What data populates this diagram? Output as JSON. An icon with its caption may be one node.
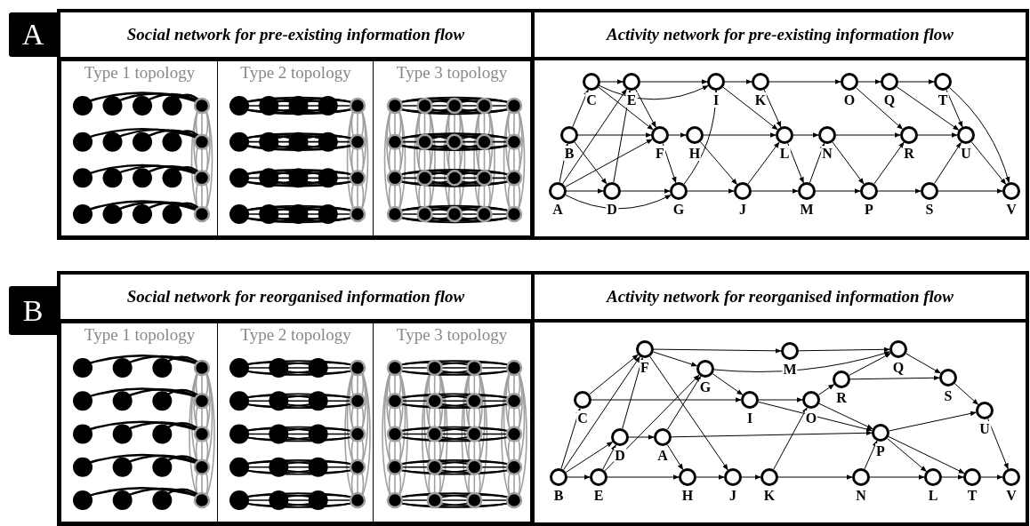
{
  "diagram": {
    "nodes": [
      {
        "text": [
          "A"
        ]
      },
      {
        "text": [
          "Social network for pre-existing information flow"
        ]
      },
      {
        "text": [
          "Type 1 topology"
        ],
        "in": 1
      },
      {
        "text": [
          "Type 2 topology"
        ],
        "in": 1
      },
      {
        "text": [
          "Type 3 topology"
        ],
        "in": 1
      },
      {
        "text": [
          "Activity network for pre-existing information flow"
        ]
      },
      {
        "text": [],
        "shape": "circle",
        "beside": [
          "A"
        ],
        "in": 5
      },
      {
        "text": [],
        "shape": "circle",
        "beside": [
          "B"
        ],
        "in": 5
      },
      {
        "text": [],
        "shape": "circle",
        "beside": [
          "C"
        ],
        "in": 5
      },
      {
        "text": [],
        "shape": "circle",
        "beside": [
          "D"
        ],
        "in": 5
      },
      {
        "text": [],
        "shape": "circle",
        "beside": [
          "E"
        ],
        "in": 5
      },
      {
        "text": [],
        "shape": "circle",
        "beside": [
          "F"
        ],
        "in": 5
      },
      {
        "text": [],
        "shape": "circle",
        "beside": [
          "G"
        ],
        "in": 5
      },
      {
        "text": [],
        "shape": "circle",
        "beside": [
          "H"
        ],
        "in": 5
      },
      {
        "text": [],
        "shape": "circle",
        "beside": [
          "I"
        ],
        "in": 5
      },
      {
        "text": [],
        "shape": "circle",
        "beside": [
          "J"
        ],
        "in": 5
      },
      {
        "text": [],
        "shape": "circle",
        "beside": [
          "K"
        ],
        "in": 5
      },
      {
        "text": [],
        "shape": "circle",
        "beside": [
          "L"
        ],
        "in": 5
      },
      {
        "text": [],
        "shape": "circle",
        "beside": [
          "M"
        ],
        "in": 5
      },
      {
        "text": [],
        "shape": "circle",
        "beside": [
          "N"
        ],
        "in": 5
      },
      {
        "text": [],
        "shape": "circle",
        "beside": [
          "O"
        ],
        "in": 5
      },
      {
        "text": [],
        "shape": "circle",
        "beside": [
          "P"
        ],
        "in": 5
      },
      {
        "text": [],
        "shape": "circle",
        "beside": [
          "Q"
        ],
        "in": 5
      },
      {
        "text": [],
        "shape": "circle",
        "beside": [
          "R"
        ],
        "in": 5
      },
      {
        "text": [],
        "shape": "circle",
        "beside": [
          "S"
        ],
        "in": 5
      },
      {
        "text": [],
        "shape": "circle",
        "beside": [
          "T"
        ],
        "in": 5
      },
      {
        "text": [],
        "shape": "circle",
        "beside": [
          "U"
        ],
        "in": 5
      },
      {
        "text": [],
        "shape": "circle",
        "beside": [
          "V"
        ],
        "in": 5
      },
      {
        "text": [
          "B"
        ]
      },
      {
        "text": [
          "Social network for reorganised information flow"
        ]
      },
      {
        "text": [
          "Type 1 topology"
        ],
        "in": 29
      },
      {
        "text": [
          "Type 2 topology"
        ],
        "in": 29
      },
      {
        "text": [
          "Type 3 topology"
        ],
        "in": 29
      },
      {
        "text": [
          "Activity network for reorganised information flow"
        ]
      },
      {
        "text": [],
        "shape": "circle",
        "beside": [
          "A"
        ],
        "in": 33
      },
      {
        "text": [],
        "shape": "circle",
        "beside": [
          "B"
        ],
        "in": 33
      },
      {
        "text": [],
        "shape": "circle",
        "beside": [
          "C"
        ],
        "in": 33
      },
      {
        "text": [],
        "shape": "circle",
        "beside": [
          "D"
        ],
        "in": 33
      },
      {
        "text": [],
        "shape": "circle",
        "beside": [
          "E"
        ],
        "in": 33
      },
      {
        "text": [],
        "shape": "circle",
        "beside": [
          "F"
        ],
        "in": 33
      },
      {
        "text": [],
        "shape": "circle",
        "beside": [
          "G"
        ],
        "in": 33
      },
      {
        "text": [],
        "shape": "circle",
        "beside": [
          "H"
        ],
        "in": 33
      },
      {
        "text": [],
        "shape": "circle",
        "beside": [
          "I"
        ],
        "in": 33
      },
      {
        "text": [],
        "shape": "circle",
        "beside": [
          "J"
        ],
        "in": 33
      },
      {
        "text": [],
        "shape": "circle",
        "beside": [
          "K"
        ],
        "in": 33
      },
      {
        "text": [],
        "shape": "circle",
        "beside": [
          "L"
        ],
        "in": 33
      },
      {
        "text": [],
        "shape": "circle",
        "beside": [
          "M"
        ],
        "in": 33
      },
      {
        "text": [],
        "shape": "circle",
        "beside": [
          "N"
        ],
        "in": 33
      },
      {
        "text": [],
        "shape": "circle",
        "beside": [
          "O"
        ],
        "in": 33
      },
      {
        "text": [],
        "shape": "circle",
        "beside": [
          "P"
        ],
        "in": 33
      },
      {
        "text": [],
        "shape": "circle",
        "beside": [
          "Q"
        ],
        "in": 33
      },
      {
        "text": [],
        "shape": "circle",
        "beside": [
          "R"
        ],
        "in": 33
      },
      {
        "text": [],
        "shape": "circle",
        "beside": [
          "S"
        ],
        "in": 33
      },
      {
        "text": [],
        "shape": "circle",
        "beside": [
          "T"
        ],
        "in": 33
      },
      {
        "text": [],
        "shape": "circle",
        "beside": [
          "U"
        ],
        "in": 33
      },
      {
        "text": [],
        "shape": "circle",
        "beside": [
          "V"
        ],
        "in": 33
      }
    ],
    "edges": [
      {
        "from": 6,
        "to": 7,
        "arrow": "to"
      },
      {
        "from": 6,
        "to": 9,
        "arrow": "to"
      },
      {
        "from": 6,
        "to": 11,
        "arrow": "to"
      },
      {
        "from": 6,
        "to": 12,
        "arrow": "to"
      },
      {
        "from": 6,
        "to": 10,
        "arrow": "to"
      },
      {
        "from": 7,
        "to": 8,
        "arrow": "to"
      },
      {
        "from": 7,
        "to": 11,
        "arrow": "to"
      },
      {
        "from": 7,
        "to": 9,
        "arrow": "to"
      },
      {
        "from": 8,
        "to": 10,
        "arrow": "to"
      },
      {
        "from": 8,
        "to": 11,
        "arrow": "to"
      },
      {
        "from": 8,
        "to": 14,
        "arrow": "to"
      },
      {
        "from": 9,
        "to": 12,
        "arrow": "to"
      },
      {
        "from": 9,
        "to": 10,
        "arrow": "to"
      },
      {
        "from": 10,
        "to": 14,
        "arrow": "to"
      },
      {
        "from": 10,
        "to": 11,
        "arrow": "to"
      },
      {
        "from": 11,
        "to": 13,
        "arrow": "to"
      },
      {
        "from": 11,
        "to": 12,
        "arrow": "to"
      },
      {
        "from": 12,
        "to": 15,
        "arrow": "to"
      },
      {
        "from": 12,
        "to": 14,
        "arrow": "to"
      },
      {
        "from": 13,
        "to": 17,
        "arrow": "to"
      },
      {
        "from": 13,
        "to": 15,
        "arrow": "to"
      },
      {
        "from": 14,
        "to": 16,
        "arrow": "to"
      },
      {
        "from": 14,
        "to": 17,
        "arrow": "to"
      },
      {
        "from": 15,
        "to": 18,
        "arrow": "to"
      },
      {
        "from": 15,
        "to": 17,
        "arrow": "to"
      },
      {
        "from": 16,
        "to": 20,
        "arrow": "to"
      },
      {
        "from": 16,
        "to": 17,
        "arrow": "to"
      },
      {
        "from": 17,
        "to": 19,
        "arrow": "to"
      },
      {
        "from": 17,
        "to": 18,
        "arrow": "to"
      },
      {
        "from": 18,
        "to": 21,
        "arrow": "to"
      },
      {
        "from": 18,
        "to": 19,
        "arrow": "to"
      },
      {
        "from": 19,
        "to": 23,
        "arrow": "to"
      },
      {
        "from": 19,
        "to": 21,
        "arrow": "to"
      },
      {
        "from": 20,
        "to": 22,
        "arrow": "to"
      },
      {
        "from": 20,
        "to": 23,
        "arrow": "to"
      },
      {
        "from": 21,
        "to": 24,
        "arrow": "to"
      },
      {
        "from": 21,
        "to": 23,
        "arrow": "to"
      },
      {
        "from": 22,
        "to": 25,
        "arrow": "to"
      },
      {
        "from": 22,
        "to": 26,
        "arrow": "to"
      },
      {
        "from": 23,
        "to": 26,
        "arrow": "to"
      },
      {
        "from": 24,
        "to": 27,
        "arrow": "to"
      },
      {
        "from": 24,
        "to": 26,
        "arrow": "to"
      },
      {
        "from": 25,
        "to": 26,
        "arrow": "to"
      },
      {
        "from": 25,
        "to": 27,
        "arrow": "to"
      },
      {
        "from": 26,
        "to": 27,
        "arrow": "to"
      },
      {
        "from": 35,
        "to": 36,
        "arrow": "to"
      },
      {
        "from": 35,
        "to": 38,
        "arrow": "to"
      },
      {
        "from": 35,
        "to": 37,
        "arrow": "to"
      },
      {
        "from": 35,
        "to": 39,
        "arrow": "to"
      },
      {
        "from": 36,
        "to": 39,
        "arrow": "to"
      },
      {
        "from": 36,
        "to": 42,
        "arrow": "to"
      },
      {
        "from": 37,
        "to": 34,
        "arrow": "to"
      },
      {
        "from": 37,
        "to": 39,
        "arrow": "to"
      },
      {
        "from": 38,
        "to": 37,
        "arrow": "to"
      },
      {
        "from": 38,
        "to": 41,
        "arrow": "to"
      },
      {
        "from": 38,
        "to": 40,
        "arrow": "to"
      },
      {
        "from": 39,
        "to": 40,
        "arrow": "to"
      },
      {
        "from": 39,
        "to": 46,
        "arrow": "to"
      },
      {
        "from": 39,
        "to": 43,
        "arrow": "to"
      },
      {
        "from": 40,
        "to": 42,
        "arrow": "to"
      },
      {
        "from": 40,
        "to": 50,
        "arrow": "to"
      },
      {
        "from": 41,
        "to": 43,
        "arrow": "to"
      },
      {
        "from": 34,
        "to": 41,
        "arrow": "to"
      },
      {
        "from": 34,
        "to": 40,
        "arrow": "to"
      },
      {
        "from": 34,
        "to": 49,
        "arrow": "to"
      },
      {
        "from": 42,
        "to": 48,
        "arrow": "to"
      },
      {
        "from": 43,
        "to": 44,
        "arrow": "to"
      },
      {
        "from": 44,
        "to": 47,
        "arrow": "to"
      },
      {
        "from": 44,
        "to": 48,
        "arrow": "to"
      },
      {
        "from": 46,
        "to": 50,
        "arrow": "to"
      },
      {
        "from": 48,
        "to": 51,
        "arrow": "to"
      },
      {
        "from": 48,
        "to": 49,
        "arrow": "to"
      },
      {
        "from": 51,
        "to": 50,
        "arrow": "to"
      },
      {
        "from": 51,
        "to": 52,
        "arrow": "to"
      },
      {
        "from": 50,
        "to": 52,
        "arrow": "to"
      },
      {
        "from": 52,
        "to": 54,
        "arrow": "to"
      },
      {
        "from": 49,
        "to": 45,
        "arrow": "to"
      },
      {
        "from": 49,
        "to": 53,
        "arrow": "to"
      },
      {
        "from": 47,
        "to": 45,
        "arrow": "to"
      },
      {
        "from": 45,
        "to": 53,
        "arrow": "to"
      },
      {
        "from": 53,
        "to": 55,
        "arrow": "to"
      },
      {
        "from": 54,
        "to": 55,
        "arrow": "to"
      },
      {
        "from": 49,
        "to": 54,
        "arrow": "to"
      },
      {
        "from": 47,
        "to": 49,
        "arrow": "to"
      },
      {
        "from": 42,
        "to": 49,
        "arrow": "to"
      }
    ]
  }
}
